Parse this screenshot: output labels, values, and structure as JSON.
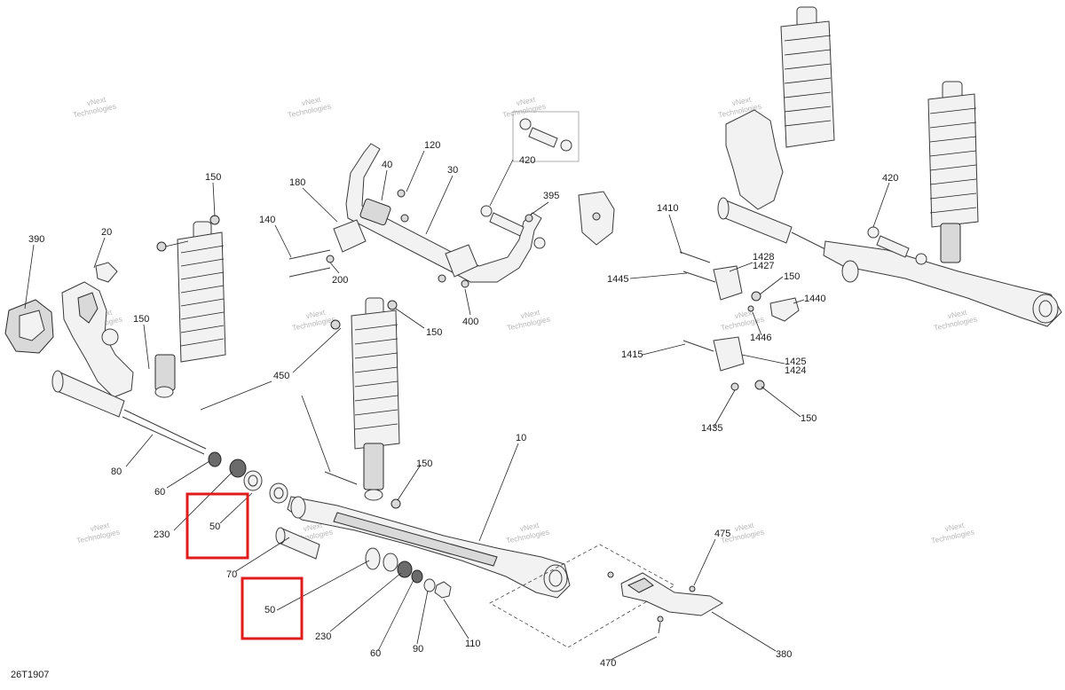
{
  "diagram_id": "26T1907",
  "watermark": {
    "line1": "vNext",
    "line2": "Technologies"
  },
  "colors": {
    "highlight": "#e01b1b",
    "line": "#222222",
    "watermark": "#b8b8b8"
  },
  "callouts": {
    "c390": "390",
    "c20": "20",
    "c150a": "150",
    "c150b": "150",
    "c180": "180",
    "c40": "40",
    "c120": "120",
    "c30": "30",
    "c140": "140",
    "c200": "200",
    "c400": "400",
    "c420a": "420",
    "c395": "395",
    "c150c": "150",
    "c450": "450",
    "c80": "80",
    "c60a": "60",
    "c230a": "230",
    "c50a": "50",
    "c70": "70",
    "c50b": "50",
    "c230b": "230",
    "c60b": "60",
    "c90": "90",
    "c110": "110",
    "c10": "10",
    "c150d": "150",
    "c475": "475",
    "c470": "470",
    "c380": "380",
    "c1410": "1410",
    "c1445": "1445",
    "c1428": "1428",
    "c1427": "1427",
    "c150e": "150",
    "c1440": "1440",
    "c1446": "1446",
    "c1415": "1415",
    "c1425": "1425",
    "c1424": "1424",
    "c1435": "1435",
    "c150f": "150",
    "c420b": "420"
  }
}
